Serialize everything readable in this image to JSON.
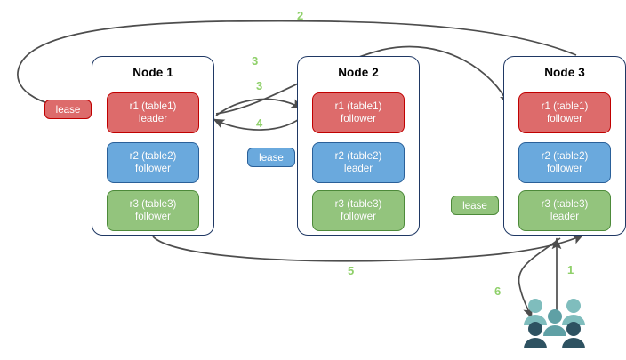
{
  "diagram": {
    "title": "distributed-replica-lease-flow",
    "colors": {
      "red_fill": "#dd6b6b",
      "red_border": "#c00000",
      "blue_fill": "#6aa9dd",
      "blue_border": "#2a6099",
      "green_fill": "#93c47d",
      "green_border": "#4d8a3a",
      "node_border": "#1f3864",
      "arrow": "#4d4d4d",
      "step_label": "#8fd06a",
      "people_light": "#7fbdbd",
      "people_mid": "#5fa0a5",
      "people_dark": "#2e5261"
    }
  },
  "nodes": [
    {
      "title": "Node 1",
      "replicas": [
        {
          "name": "r1 (table1)",
          "role": "leader",
          "color": "red"
        },
        {
          "name": "r2 (table2)",
          "role": "follower",
          "color": "blue"
        },
        {
          "name": "r3 (table3)",
          "role": "follower",
          "color": "green"
        }
      ]
    },
    {
      "title": "Node 2",
      "replicas": [
        {
          "name": "r1 (table1)",
          "role": "follower",
          "color": "red"
        },
        {
          "name": "r2 (table2)",
          "role": "leader",
          "color": "blue"
        },
        {
          "name": "r3 (table3)",
          "role": "follower",
          "color": "green"
        }
      ]
    },
    {
      "title": "Node 3",
      "replicas": [
        {
          "name": "r1 (table1)",
          "role": "follower",
          "color": "red"
        },
        {
          "name": "r2 (table2)",
          "role": "follower",
          "color": "blue"
        },
        {
          "name": "r3 (table3)",
          "role": "leader",
          "color": "green"
        }
      ]
    }
  ],
  "leases": [
    {
      "label": "lease",
      "color": "red"
    },
    {
      "label": "lease",
      "color": "blue"
    },
    {
      "label": "lease",
      "color": "green"
    }
  ],
  "steps": [
    {
      "label": "1"
    },
    {
      "label": "2"
    },
    {
      "label": "3"
    },
    {
      "label": "3"
    },
    {
      "label": "4"
    },
    {
      "label": "5"
    },
    {
      "label": "6"
    }
  ],
  "actors": {
    "icon": "people-group-icon",
    "count": 5
  }
}
